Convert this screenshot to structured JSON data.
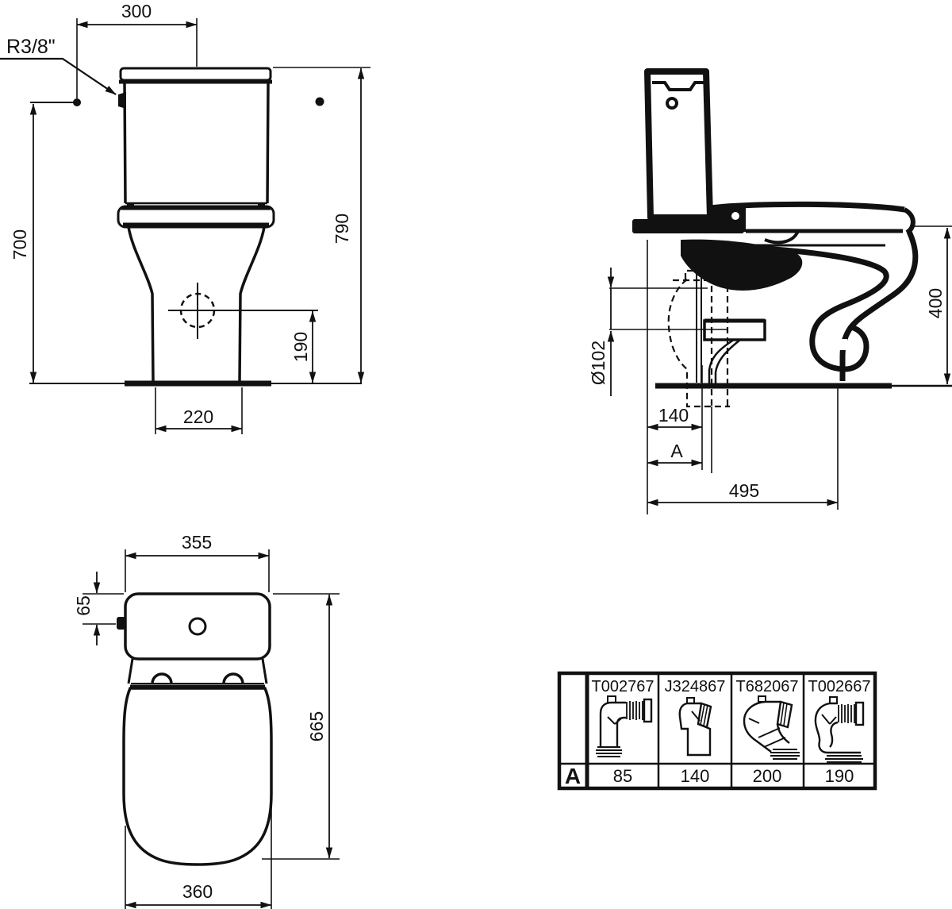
{
  "drawing_type": "sanitary-ware technical dimension drawing (close-coupled WC)",
  "views": {
    "front": {
      "dims": {
        "tank_width": "300",
        "inlet_thread": "R3/8\"",
        "inlet_height": "700",
        "total_height": "790",
        "supply_height": "190",
        "base_width": "220"
      }
    },
    "side": {
      "dims": {
        "rim_height": "400",
        "outlet_diameter": "Ø102",
        "outlet_distance": "140",
        "outlet_variable": "A",
        "depth": "495"
      }
    },
    "top": {
      "dims": {
        "tank_width": "355",
        "inlet_offset": "65",
        "total_depth": "665",
        "seat_width": "360"
      }
    }
  },
  "table": {
    "row_label": "A",
    "columns": [
      {
        "part": "T002767",
        "value": "85",
        "icon": "elbow-corrugated-connector"
      },
      {
        "part": "J324867",
        "value": "140",
        "icon": "offset-vertical-connector"
      },
      {
        "part": "T682067",
        "value": "200",
        "icon": "angled-connector"
      },
      {
        "part": "T002667",
        "value": "190",
        "icon": "swan-neck-corrugated-connector"
      }
    ]
  }
}
